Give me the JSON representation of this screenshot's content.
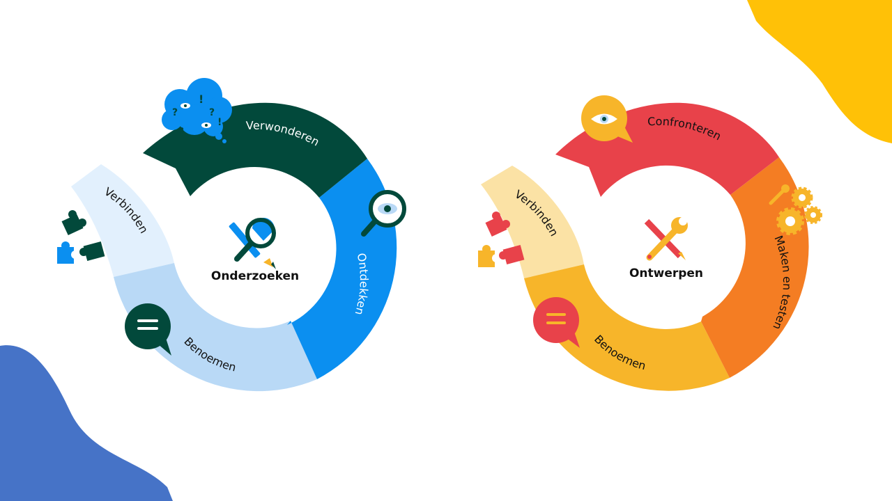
{
  "colors": {
    "dark_green": "#02493b",
    "blue": "#0b8ff0",
    "light_blue": "#b9d9f6",
    "pale_blue": "#e2f0fd",
    "red": "#e8424a",
    "orange": "#f47d23",
    "amber": "#f7b52a",
    "pale_yellow": "#fbe2a5",
    "corner_blue": "#4673c7",
    "corner_yellow": "#ffc107"
  },
  "left_cycle": {
    "center_label": "Onderzoeken",
    "center_icon": "magnifier-pencil-icon",
    "segments": [
      {
        "label": "Verwonderen",
        "icon": "thought-cloud-icon"
      },
      {
        "label": "Ontdekken",
        "icon": "magnifier-eye-icon"
      },
      {
        "label": "Benoemen",
        "icon": "speech-bubble-icon"
      },
      {
        "label": "Verbinden",
        "icon": "puzzle-icon"
      }
    ]
  },
  "right_cycle": {
    "center_label": "Ontwerpen",
    "center_icon": "pencil-wrench-icon",
    "segments": [
      {
        "label": "Confronteren",
        "icon": "eye-bubble-icon"
      },
      {
        "label": "Maken en testen",
        "icon": "gears-icon"
      },
      {
        "label": "Benoemen",
        "icon": "speech-bubble-icon"
      },
      {
        "label": "Verbinden",
        "icon": "puzzle-icon"
      }
    ]
  }
}
